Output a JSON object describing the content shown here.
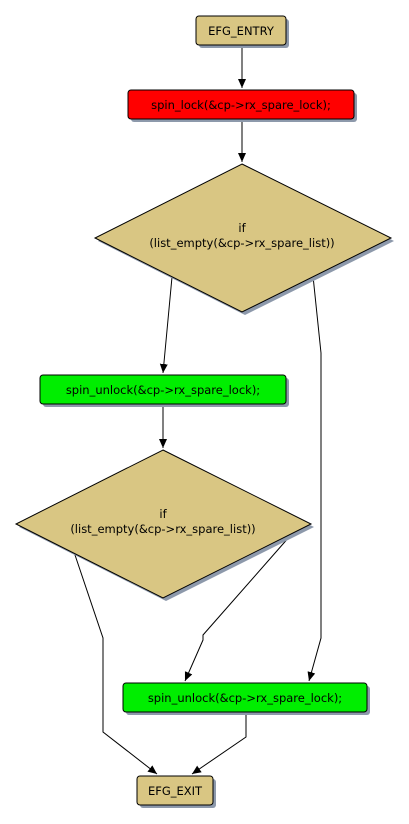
{
  "diagram": {
    "colors": {
      "tan": "#d9c683",
      "red": "#ff0000",
      "green": "#00ee00",
      "stroke": "#000000",
      "shadow": "#8d99ab",
      "edge": "#000000"
    },
    "nodes": {
      "entry": {
        "label": "EFG_ENTRY",
        "kind": "terminal"
      },
      "lock": {
        "label": "spin_lock(&cp->rx_spare_lock);",
        "kind": "lock"
      },
      "cond1": {
        "label_line1": "if",
        "label_line2": "(list_empty(&cp->rx_spare_list))",
        "kind": "decision"
      },
      "unlock1": {
        "label": "spin_unlock(&cp->rx_spare_lock);",
        "kind": "unlock"
      },
      "cond2": {
        "label_line1": "if",
        "label_line2": "(list_empty(&cp->rx_spare_list))",
        "kind": "decision"
      },
      "unlock2": {
        "label": "spin_unlock(&cp->rx_spare_lock);",
        "kind": "unlock"
      },
      "exit": {
        "label": "EFG_EXIT",
        "kind": "terminal"
      }
    },
    "edges": [
      {
        "from": "entry",
        "to": "lock"
      },
      {
        "from": "lock",
        "to": "cond1"
      },
      {
        "from": "cond1",
        "to": "unlock1"
      },
      {
        "from": "cond1",
        "to": "unlock2"
      },
      {
        "from": "unlock1",
        "to": "cond2"
      },
      {
        "from": "cond2",
        "to": "exit"
      },
      {
        "from": "cond2",
        "to": "unlock2"
      },
      {
        "from": "unlock2",
        "to": "exit"
      }
    ]
  }
}
